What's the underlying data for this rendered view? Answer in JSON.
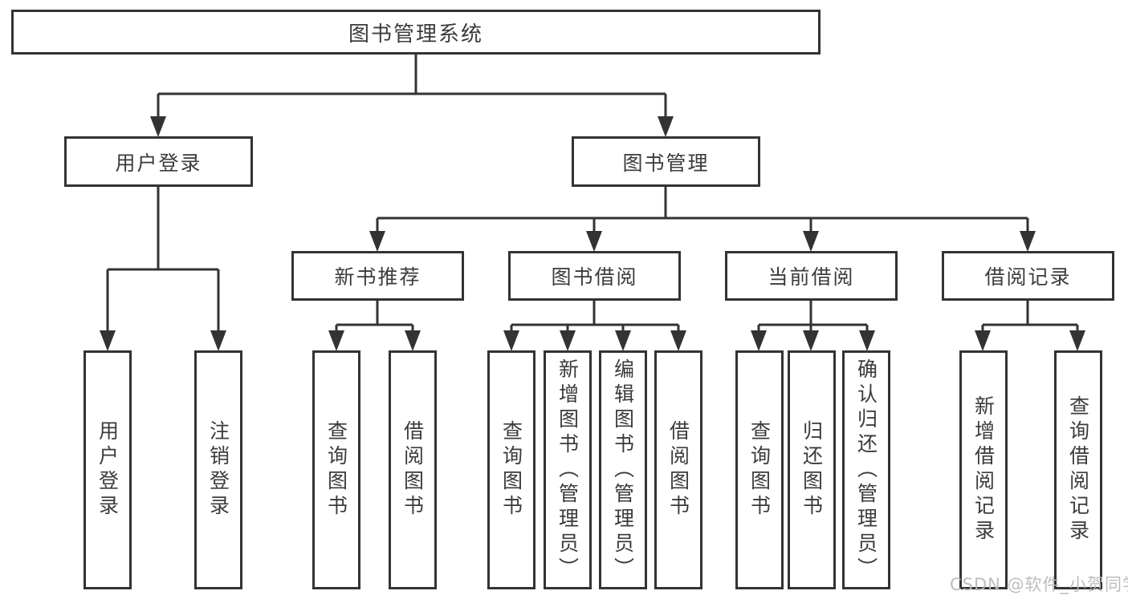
{
  "tree": {
    "label": "图书管理系统",
    "children": [
      {
        "label": "用户登录",
        "children": [
          {
            "label": "用户登录"
          },
          {
            "label": "注销登录"
          }
        ]
      },
      {
        "label": "图书管理",
        "children": [
          {
            "label": "新书推荐",
            "children": [
              {
                "label": "查询图书"
              },
              {
                "label": "借阅图书"
              }
            ]
          },
          {
            "label": "图书借阅",
            "children": [
              {
                "label": "查询图书"
              },
              {
                "label": "新增图书（管理员）"
              },
              {
                "label": "编辑图书（管理员）"
              },
              {
                "label": "借阅图书"
              }
            ]
          },
          {
            "label": "当前借阅",
            "children": [
              {
                "label": "查询图书"
              },
              {
                "label": "归还图书"
              },
              {
                "label": "确认归还（管理员）"
              }
            ]
          },
          {
            "label": "借阅记录",
            "children": [
              {
                "label": "新增借阅记录"
              },
              {
                "label": "查询借阅记录"
              }
            ]
          }
        ]
      }
    ]
  },
  "watermark": "CSDN @软件_小贺同学",
  "colors": {
    "line": "#333333",
    "text": "#3b3b3b",
    "background": "#ffffff",
    "watermark": "#b9b9b9"
  }
}
